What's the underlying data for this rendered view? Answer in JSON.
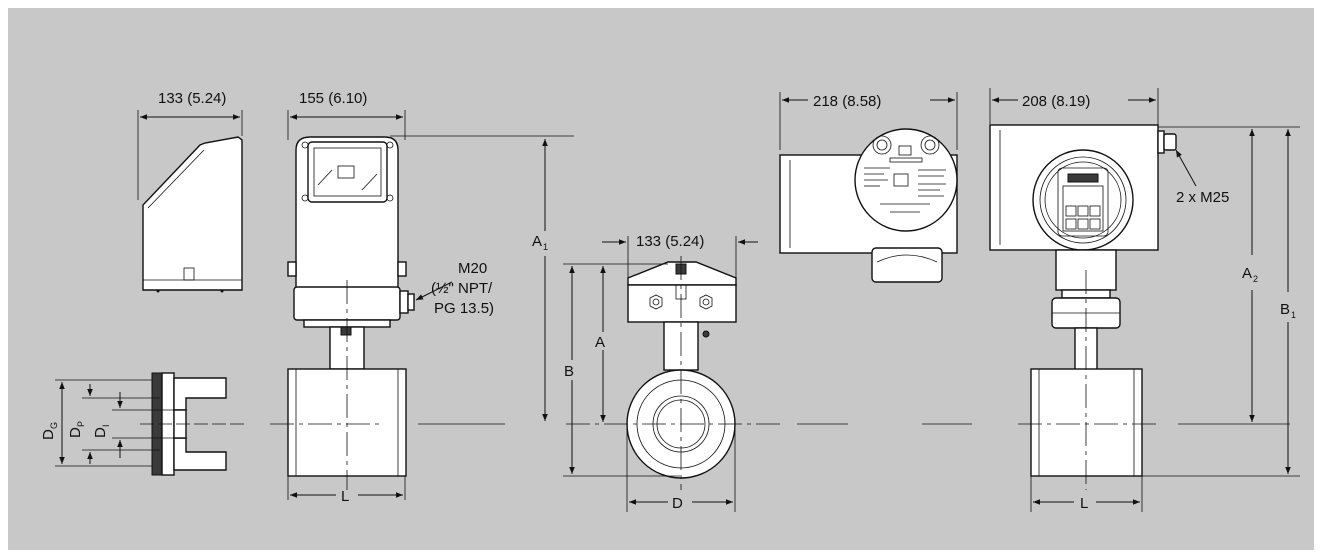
{
  "dimensions": {
    "sensor_width_side": "133 (5.24)",
    "compact_width": "155 (6.10)",
    "connector_label": "M20",
    "connector_npt": "(½\" NPT/",
    "connector_pg": "PG 13.5)",
    "height_a1": "A",
    "height_a1_sub": "1",
    "terminal_width": "133 (5.24)",
    "height_a": "A",
    "height_b": "B",
    "remote_width": "218 (8.58)",
    "transmitter_width": "208 (8.19)",
    "cable_glands": "2 x M25",
    "height_a2": "A",
    "height_a2_sub": "2",
    "height_b1": "B",
    "height_b1_sub": "1",
    "length_l_compact": "L",
    "diameter_d": "D",
    "length_l_remote": "L",
    "dg": "D",
    "dg_sub": "G",
    "dp": "D",
    "dp_sub": "P",
    "di": "D",
    "di_sub": "I"
  }
}
